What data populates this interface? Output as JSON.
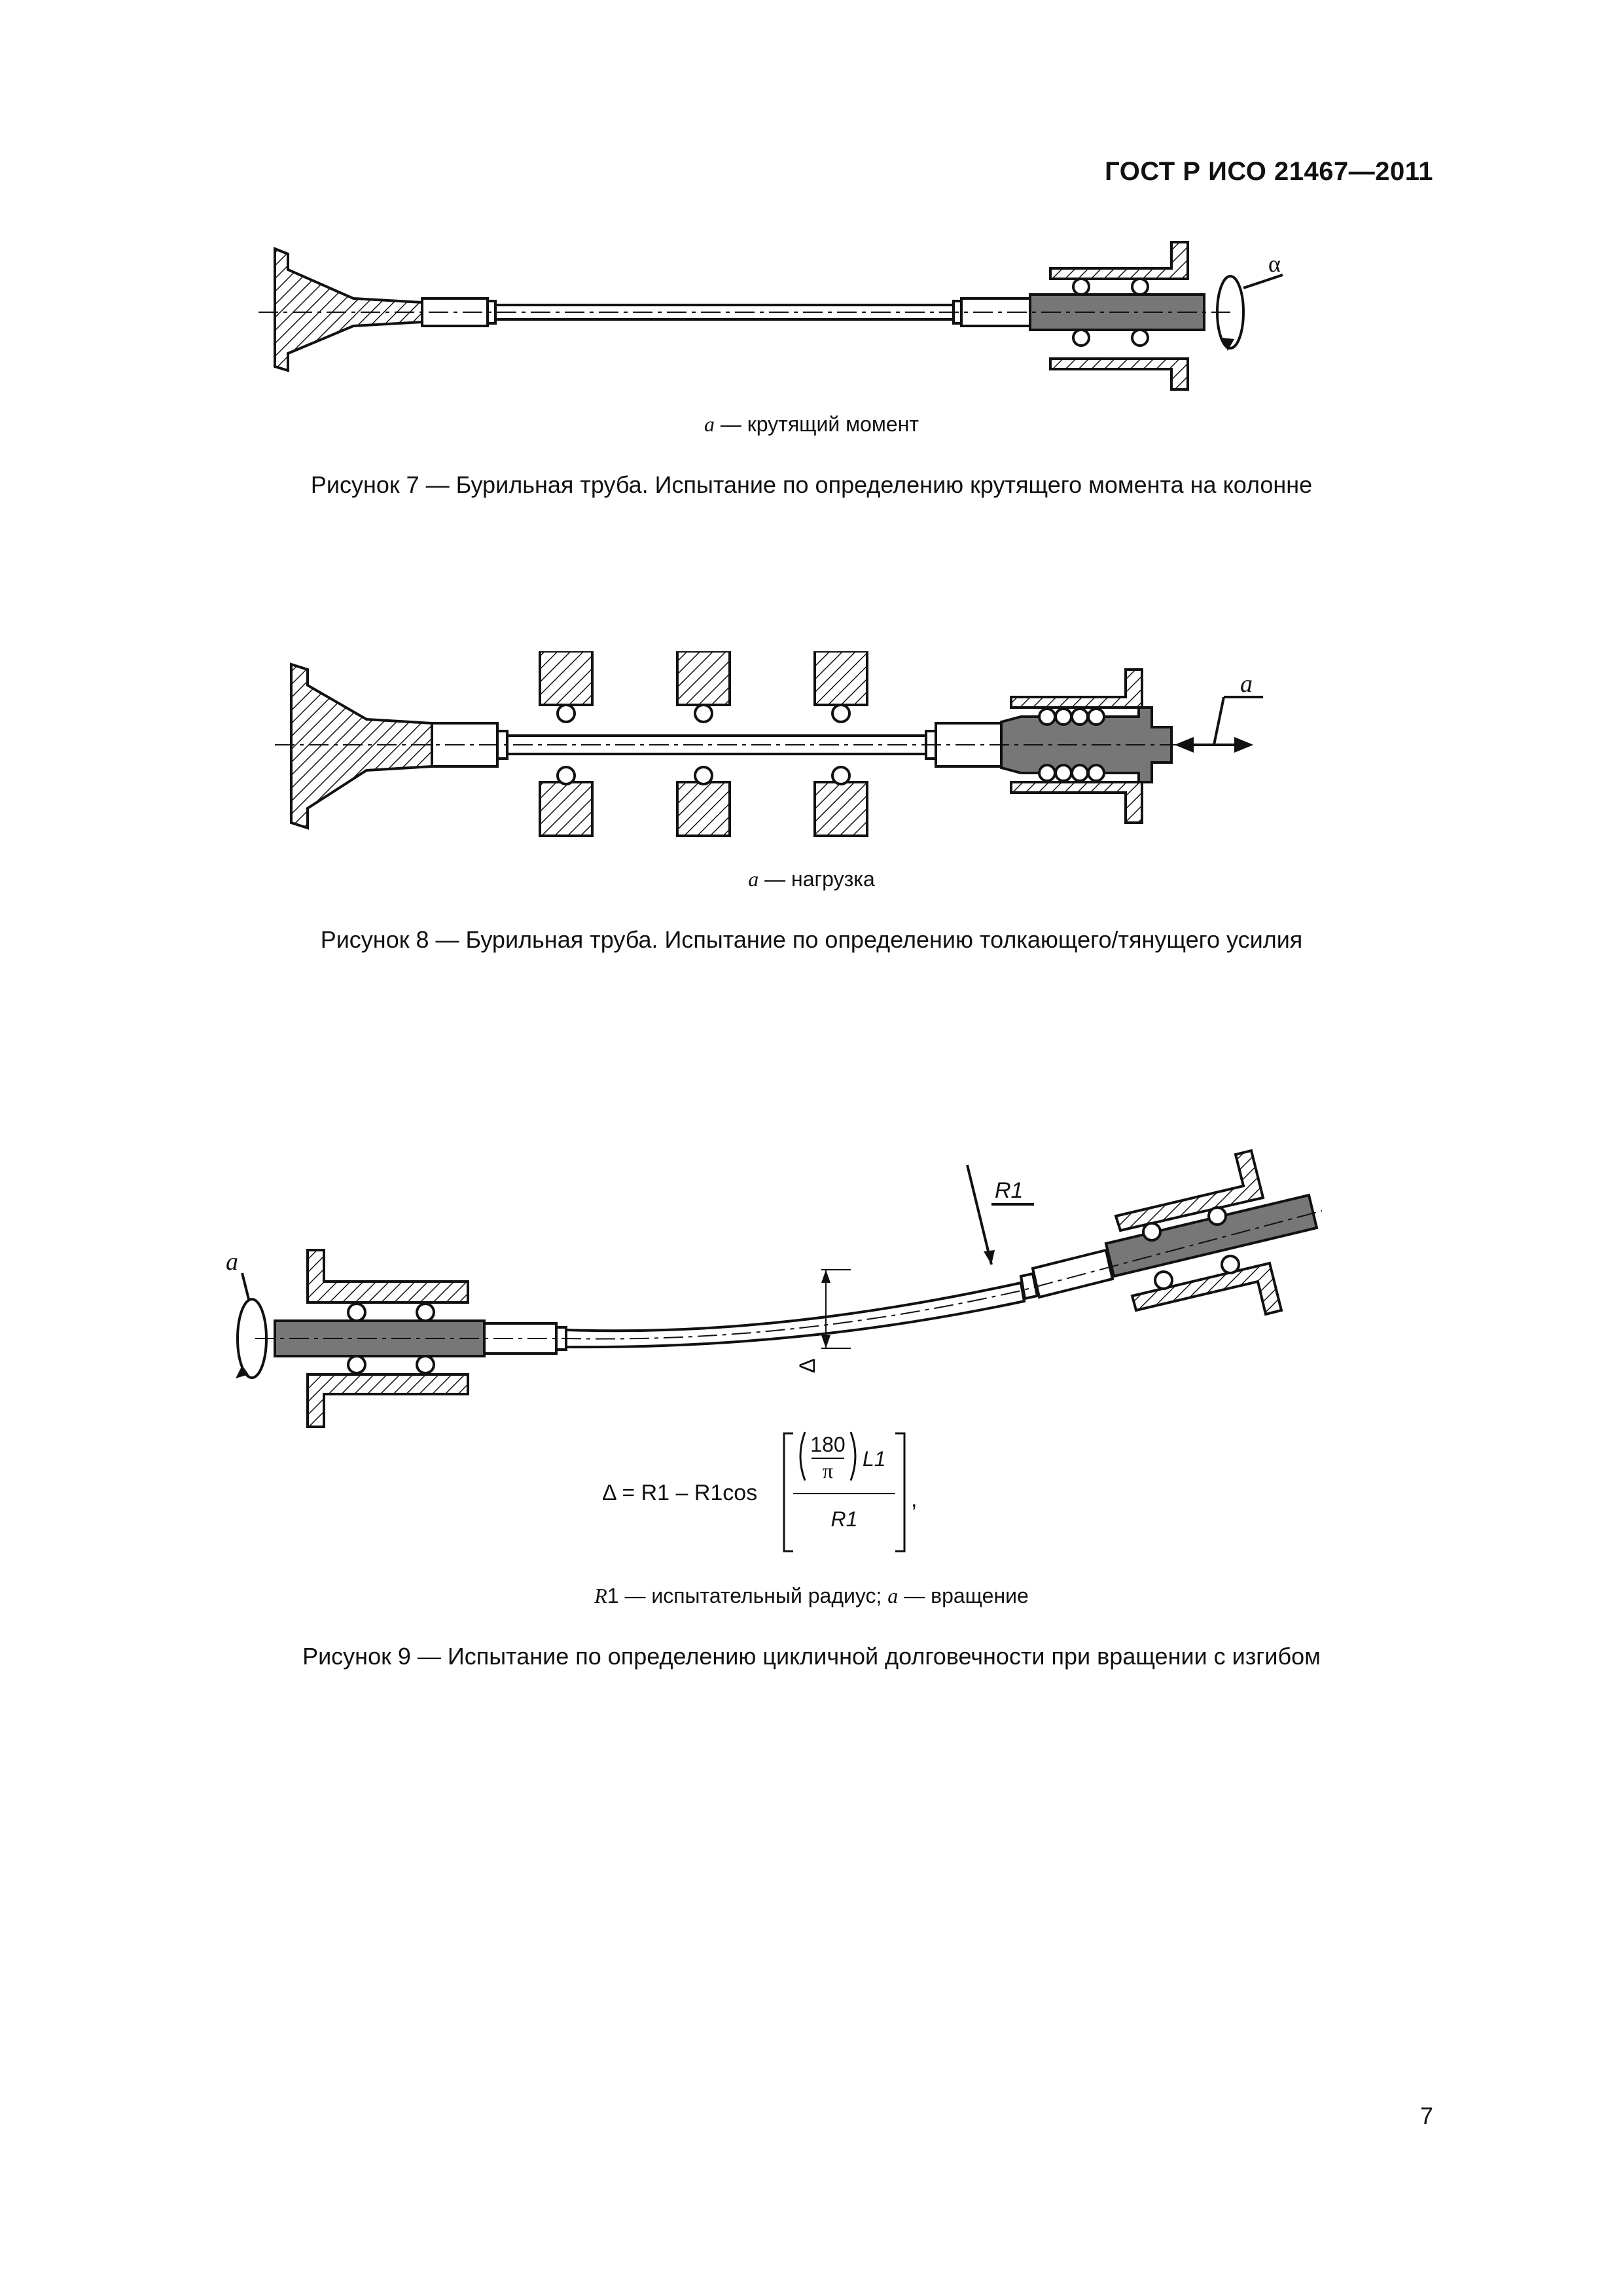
{
  "header": {
    "standard": "ГОСТ Р ИСО 21467—2011"
  },
  "fig7": {
    "label": "α",
    "legend_symbol": "a",
    "legend_text": " — крутящий момент",
    "caption": "Рисунок 7 — Бурильная труба. Испытание по определению крутящего момента на колонне"
  },
  "fig8": {
    "label": "a",
    "legend_symbol": "a",
    "legend_text": " — нагрузка",
    "caption": "Рисунок 8 — Бурильная труба. Испытание по определению толкающего/тянущего усилия"
  },
  "fig9": {
    "label_a": "a",
    "label_r1": "R1",
    "label_delta": "Δ",
    "formula": {
      "lhs": "Δ = R1 – R1cos",
      "num_top": "180",
      "num_bottom": "π",
      "l1": "L1",
      "denominator": "R1",
      "tail": ","
    },
    "legend_r_symbol": "R",
    "legend_r_text": "1 — испытательный радиус; ",
    "legend_a_symbol": "а",
    "legend_a_text": " — вращение",
    "caption": "Рисунок 9 — Испытание по определению цикличной долговечности при вращении с изгибом"
  },
  "page_number": "7"
}
